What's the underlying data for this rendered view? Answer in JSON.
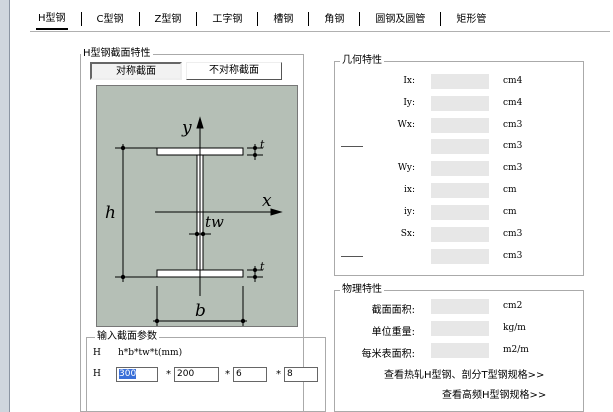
{
  "tabs": [
    {
      "label": "H型钢",
      "active": true
    },
    {
      "label": "C型钢"
    },
    {
      "label": "Z型钢"
    },
    {
      "label": "工字钢"
    },
    {
      "label": "槽钢"
    },
    {
      "label": "角钢"
    },
    {
      "label": "圆钢及圆管"
    },
    {
      "label": "矩形管"
    }
  ],
  "section_group": {
    "title": "H型钢截面特性",
    "btn_symmetric": "对称截面",
    "btn_asymmetric": "不对称截面",
    "drawing": {
      "y": "y",
      "x": "x",
      "h": "h",
      "b": "b",
      "tw": "tw",
      "t_top": "t",
      "t_bottom": "t"
    }
  },
  "geometry_group": {
    "title": "几何特性",
    "rows": [
      {
        "label": "Ix:",
        "unit": "cm4"
      },
      {
        "label": "Iy:",
        "unit": "cm4"
      },
      {
        "label": "Wx:",
        "unit": "cm3"
      },
      {
        "label": "",
        "unit": "cm3",
        "dash": true
      },
      {
        "label": "Wy:",
        "unit": "cm3"
      },
      {
        "label": "ix:",
        "unit": "cm"
      },
      {
        "label": "iy:",
        "unit": "cm"
      },
      {
        "label": "Sx:",
        "unit": "cm3"
      },
      {
        "label": "",
        "unit": "cm3",
        "dash": true
      }
    ]
  },
  "physical_group": {
    "title": "物理特性",
    "rows": [
      {
        "label": "截面面积:",
        "unit": "cm2"
      },
      {
        "label": "单位重量:",
        "unit": "kg/m"
      },
      {
        "label": "每米表面积:",
        "unit": "m2/m"
      }
    ],
    "link_hot_rolled": "查看热轧H型钢、剖分T型钢规格>>",
    "link_high_freq": "查看高频H型钢规格>>"
  },
  "input_group": {
    "title": "输入截面参数",
    "format_prefix": "H",
    "format": "h*b*tw*t(mm)",
    "row_prefix": "H",
    "h": "300",
    "b": "200",
    "tw": "6",
    "t": "8",
    "times": "*"
  }
}
